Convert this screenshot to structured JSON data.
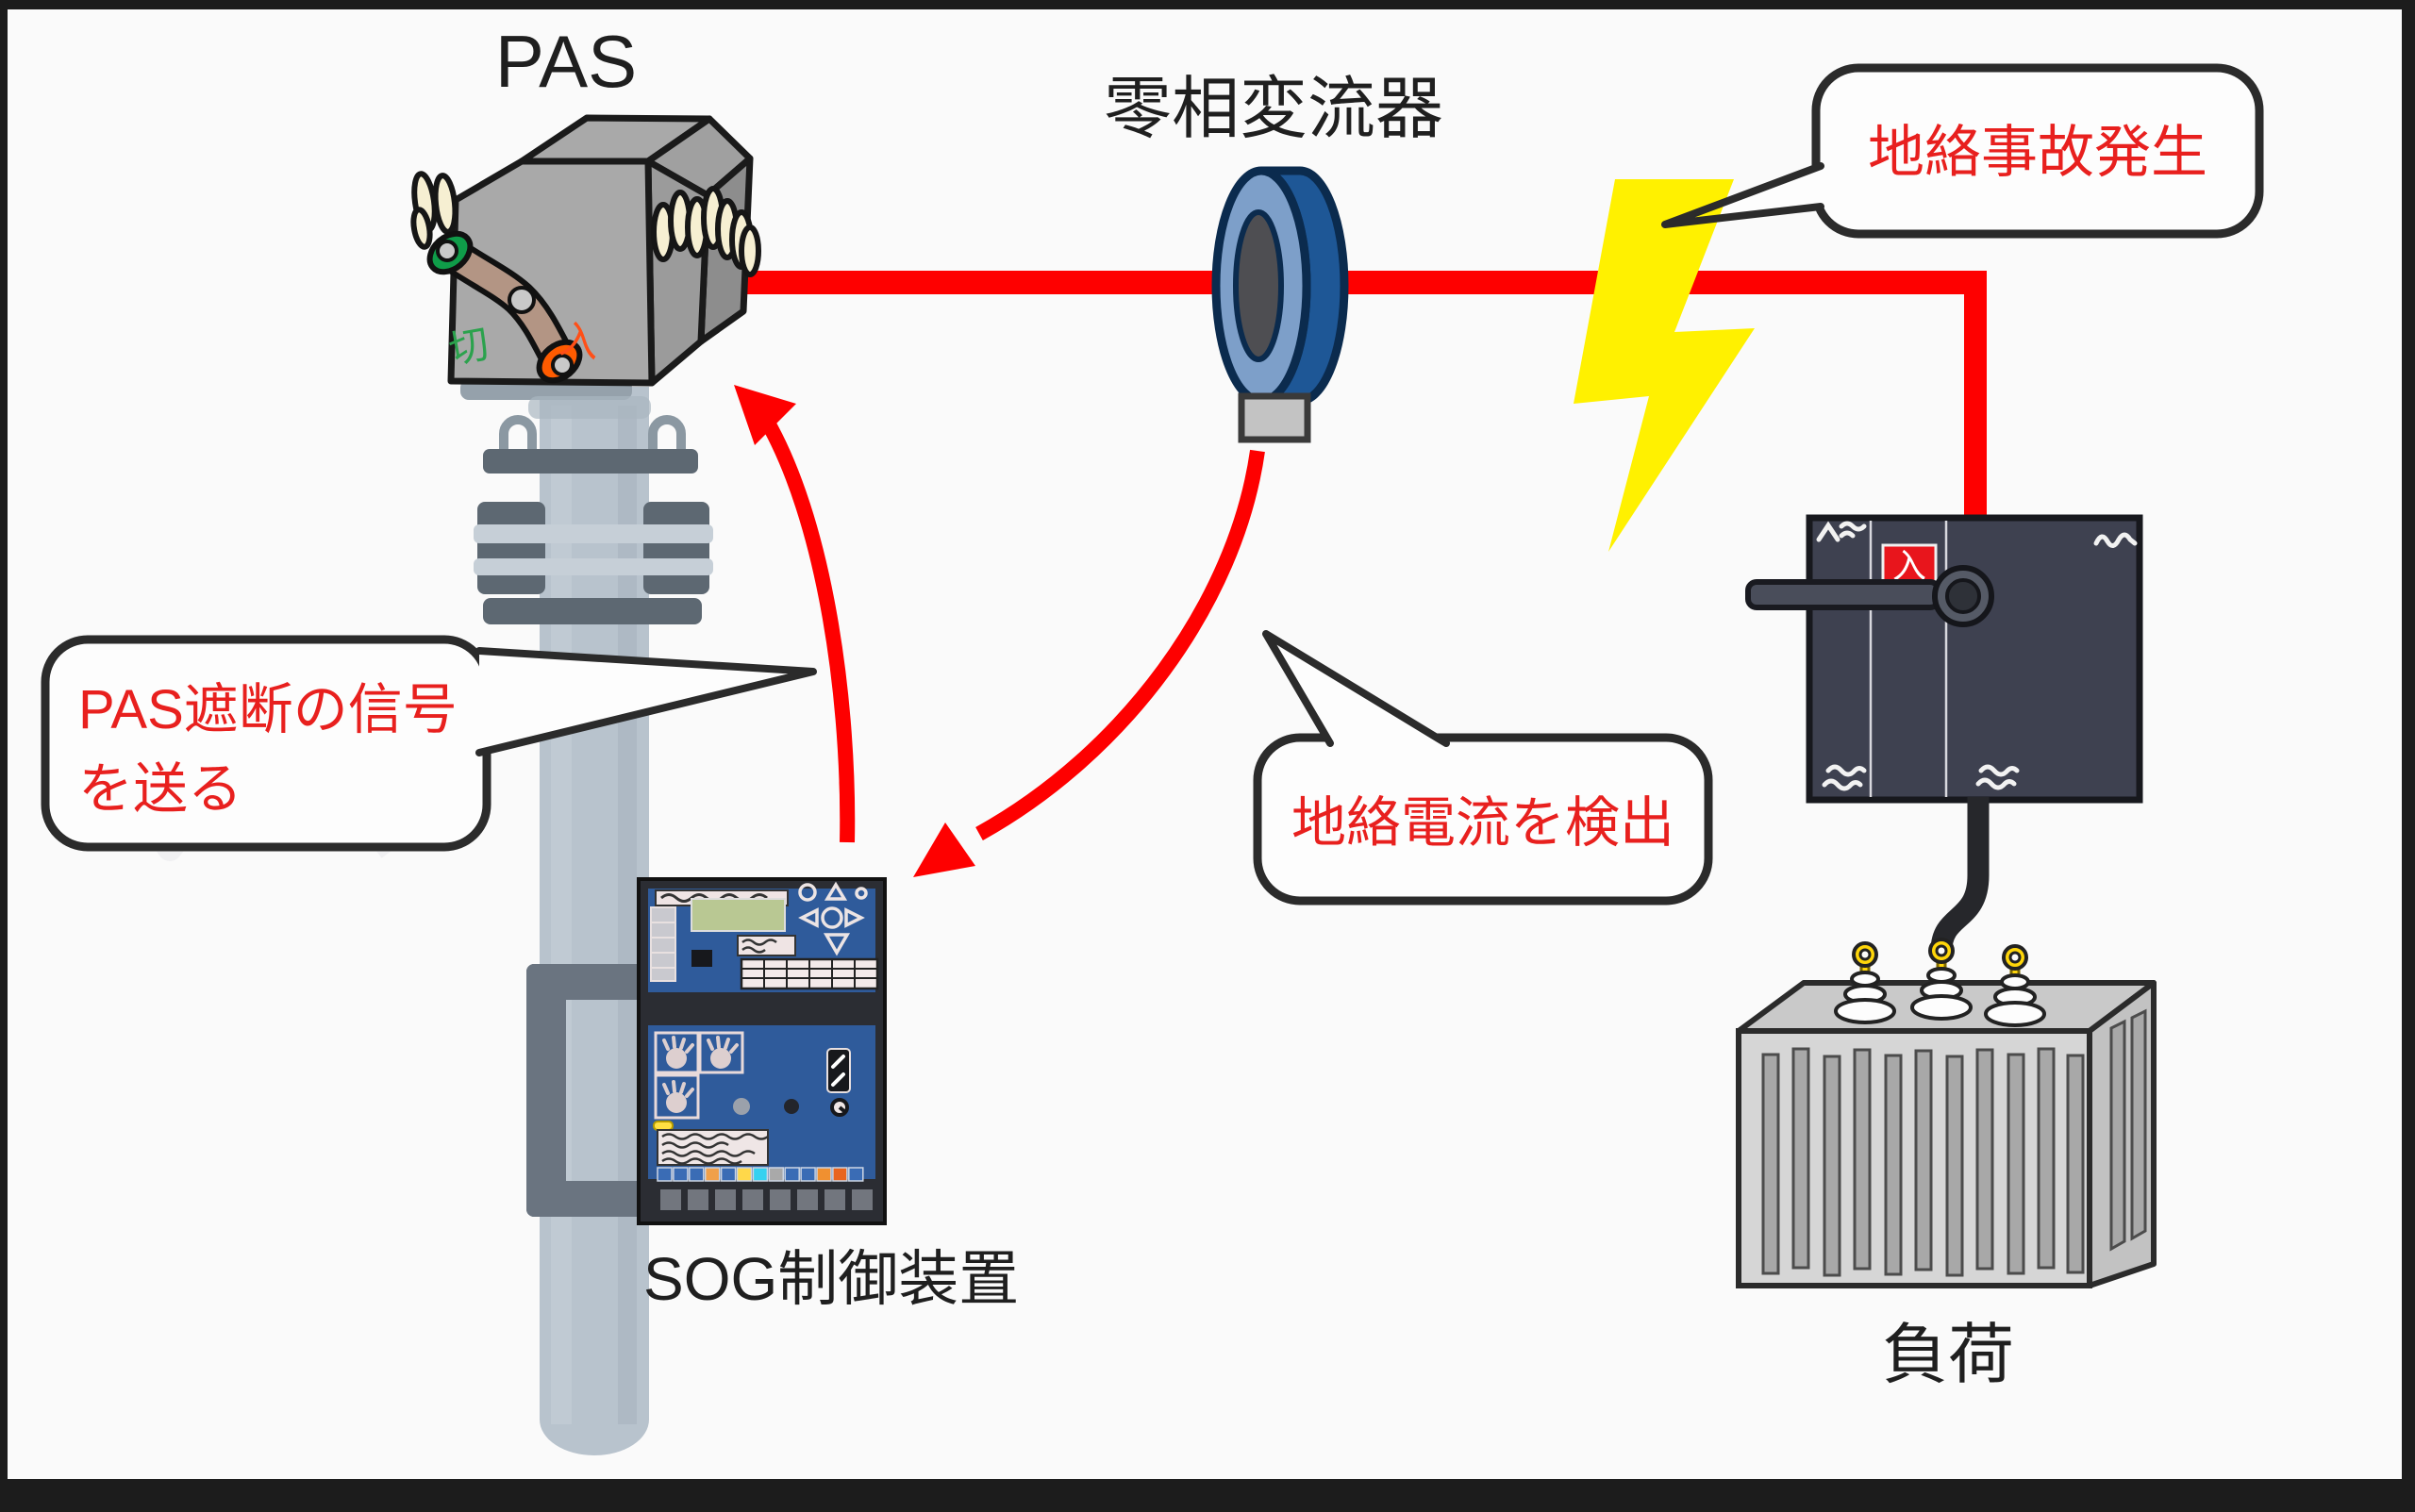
{
  "frame": {
    "background": "#fafafa",
    "border_color": "#1c1c1c"
  },
  "labels": {
    "pas": "PAS",
    "zct": "零相変流器",
    "sog": "SOG制御装置",
    "load": "負荷"
  },
  "callouts": {
    "fault": {
      "text": "地絡事故発生",
      "text_color": "#e8201e"
    },
    "signal": {
      "line1": "PAS遮断の信号",
      "line2": "を送る",
      "text_color": "#e8201e"
    },
    "detect": {
      "text": "地絡電流を検出",
      "text_color": "#e8201e"
    }
  },
  "markings": {
    "pas_open": "切",
    "pas_open_color": "#2ba24d",
    "pas_closed": "入",
    "pas_closed_color": "#ff4f17",
    "breaker_on": "入",
    "breaker_on_bg": "#e8151c",
    "breaker_on_color": "#ffffff"
  },
  "colors": {
    "power_line": "#fe0000",
    "arrow": "#fe0000",
    "lightning": "#fff100",
    "pole": "#b8c3cd",
    "pole_hardware": "#5d6872",
    "pas_body": "#a9a9a9",
    "bushing_cream": "#f6efd2",
    "zct_side": "#1e5796",
    "zct_face": "#7d9fc9",
    "breaker_body": "#3e4150",
    "sog_panel": "#2f5b9b",
    "sog_lcd": "#b9c893",
    "transformer": "#d6d6d6",
    "bubble_fill": "#fdfdfd",
    "bubble_border": "#2b2b2b",
    "cable_black": "#26272b"
  },
  "sog": {
    "indicator_colors": [
      "#3a6cb5",
      "#3a6cb5",
      "#3a6cb5",
      "#f0a04a",
      "#3a6cb5",
      "#ffd84a",
      "#35d1f0",
      "#a9a9a9",
      "#3a6cb5",
      "#3a6cb5",
      "#f09030",
      "#e8641e",
      "#3a6cb5"
    ]
  }
}
